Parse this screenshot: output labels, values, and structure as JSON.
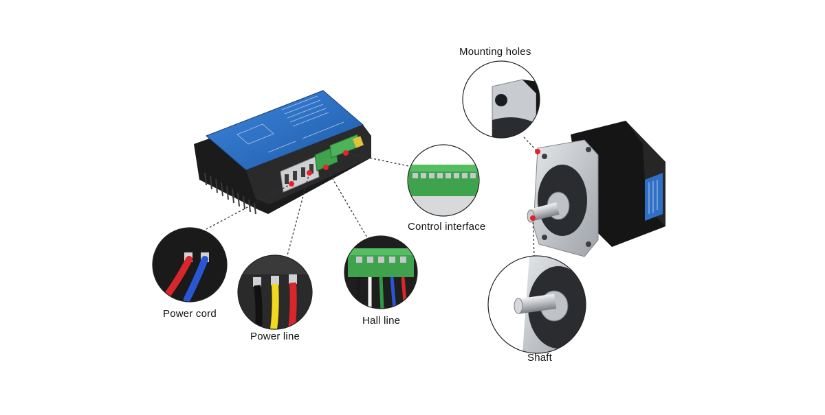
{
  "labels": {
    "mounting_holes": "Mounting holes",
    "control_interface": "Control interface",
    "power_cord": "Power cord",
    "power_line": "Power line",
    "hall_line": "Hall line",
    "shaft": "Shaft"
  },
  "colors": {
    "background": "#ffffff",
    "marker": "#e8202a",
    "leader": "#333333",
    "driver_panel": "#2f72c9",
    "heatsink": "#1b1b1b",
    "terminal_green": "#3fa34d",
    "motor_body": "#151515",
    "motor_flange": "#c9ccd0"
  },
  "icons": {
    "driver": "brushless-motor-driver",
    "motor": "brushless-dc-motor"
  }
}
